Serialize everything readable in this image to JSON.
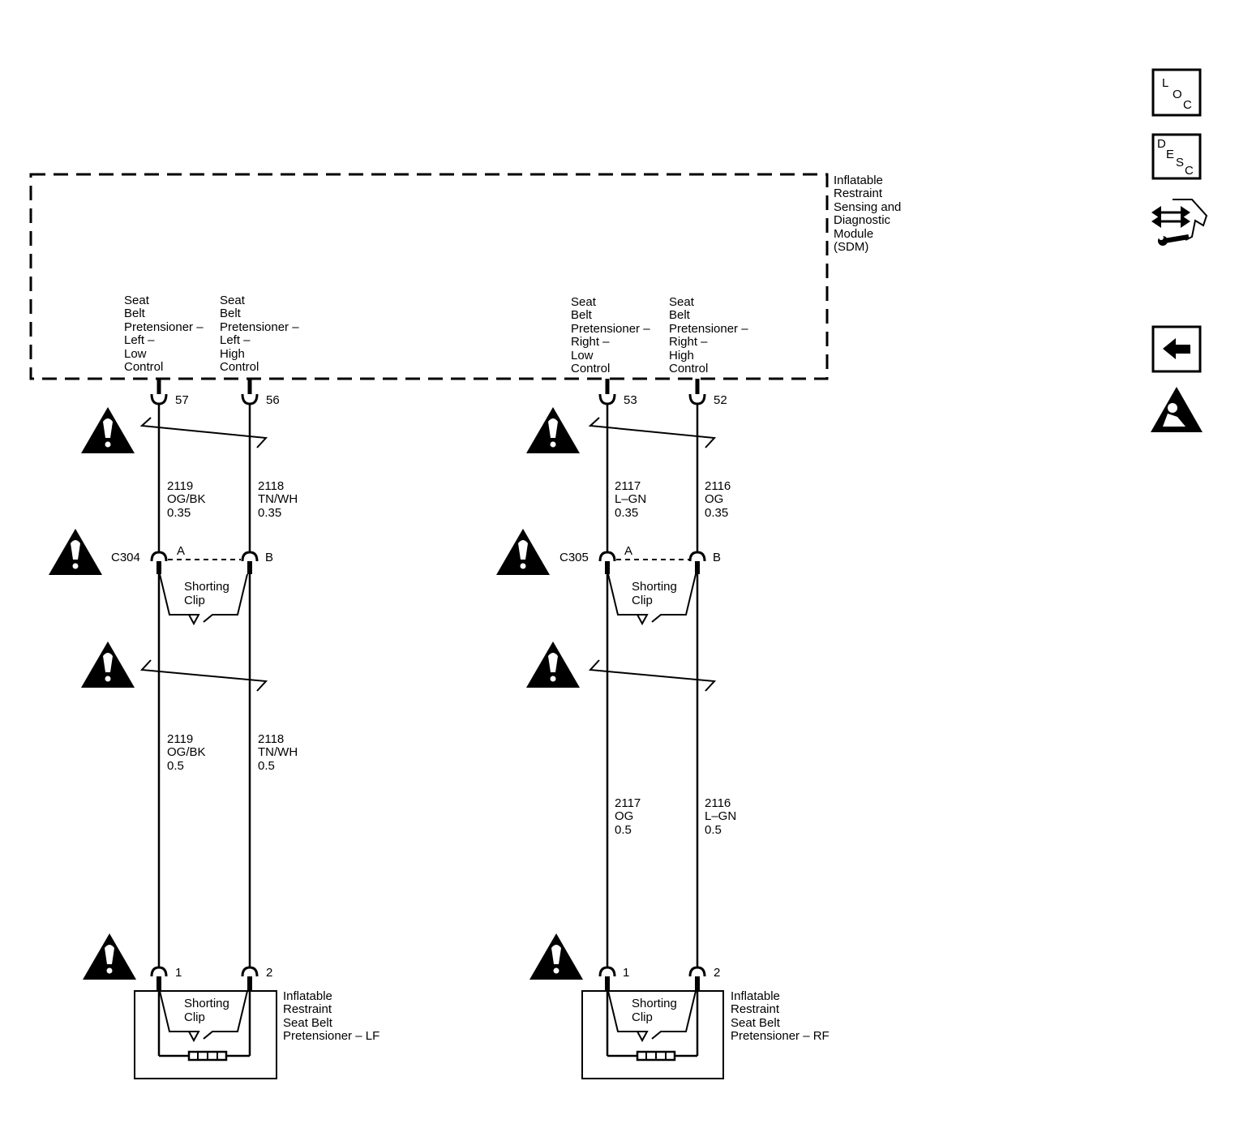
{
  "module": {
    "name_lines": [
      "Inflatable",
      "Restraint",
      "Sensing and",
      "Diagnostic",
      "Module",
      "(SDM)"
    ]
  },
  "pins": [
    {
      "lines": [
        "Seat",
        "Belt",
        "Pretensioner –",
        "Left –",
        "Low",
        "Control"
      ],
      "number": "57"
    },
    {
      "lines": [
        "Seat",
        "Belt",
        "Pretensioner –",
        "Left –",
        "High",
        "Control"
      ],
      "number": "56"
    },
    {
      "lines": [
        "Seat",
        "Belt",
        "Pretensioner –",
        "Right –",
        "Low",
        "Control"
      ],
      "number": "53"
    },
    {
      "lines": [
        "Seat",
        "Belt",
        "Pretensioner –",
        "Right –",
        "High",
        "Control"
      ],
      "number": "52"
    }
  ],
  "wires_upper": [
    {
      "circuit": "2119",
      "color": "OG/BK",
      "gauge": "0.35"
    },
    {
      "circuit": "2118",
      "color": "TN/WH",
      "gauge": "0.35"
    },
    {
      "circuit": "2117",
      "color": "L–GN",
      "gauge": "0.35"
    },
    {
      "circuit": "2116",
      "color": "OG",
      "gauge": "0.35"
    }
  ],
  "wires_lower": [
    {
      "circuit": "2119",
      "color": "OG/BK",
      "gauge": "0.5"
    },
    {
      "circuit": "2118",
      "color": "TN/WH",
      "gauge": "0.5"
    },
    {
      "circuit": "2117",
      "color": "OG",
      "gauge": "0.5"
    },
    {
      "circuit": "2116",
      "color": "L–GN",
      "gauge": "0.5"
    }
  ],
  "connectors": [
    {
      "name": "C304",
      "pin_a": "A",
      "pin_b": "B"
    },
    {
      "name": "C305",
      "pin_a": "A",
      "pin_b": "B"
    }
  ],
  "shorting_clip": [
    "Shorting",
    "Clip"
  ],
  "devices": [
    {
      "lines": [
        "Inflatable",
        "Restraint",
        "Seat Belt",
        "Pretensioner – LF"
      ],
      "pin1": "1",
      "pin2": "2"
    },
    {
      "lines": [
        "Inflatable",
        "Restraint",
        "Seat Belt",
        "Pretensioner – RF"
      ],
      "pin1": "1",
      "pin2": "2"
    }
  ],
  "sidebar": {
    "loc": [
      "L",
      "O",
      "C"
    ],
    "desc": [
      "D",
      "E",
      "S",
      "C"
    ]
  }
}
